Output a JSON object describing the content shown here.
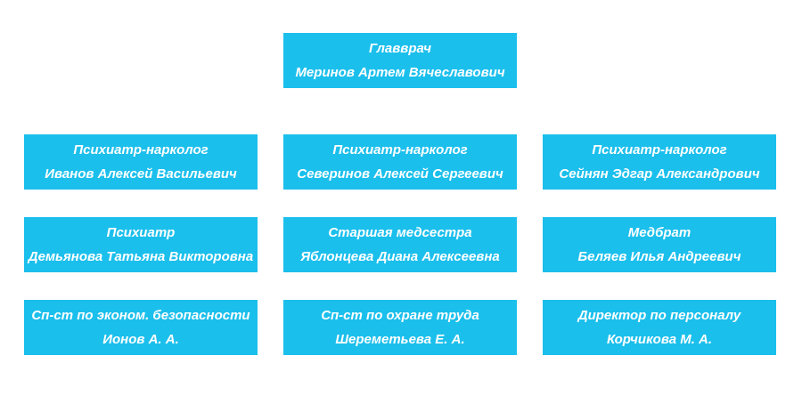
{
  "org_chart": {
    "box_color": "#1bbfec",
    "text_color": "#ffffff",
    "nodes": [
      {
        "title": "Главврач",
        "person": "Меринов Артем Вячеславович"
      },
      {
        "title": "Психиатр-нарколог",
        "person": "Иванов Алексей Васильевич"
      },
      {
        "title": "Психиатр-нарколог",
        "person": "Северинов Алексей Сергеевич"
      },
      {
        "title": "Психиатр-нарколог",
        "person": "Сейнян Эдгар Александрович"
      },
      {
        "title": "Психиатр",
        "person": "Демьянова Татьяна Викторовна"
      },
      {
        "title": "Старшая медсестра",
        "person": "Яблонцева Диана Алексеевна"
      },
      {
        "title": "Медбрат",
        "person": "Беляев Илья Андреевич"
      },
      {
        "title": "Сп-ст по эконом. безопасности",
        "person": "Ионов А. А."
      },
      {
        "title": "Сп-ст по охране труда",
        "person": "Шереметьева Е. А."
      },
      {
        "title": "Директор по персоналу",
        "person": "Корчикова М. А."
      }
    ]
  }
}
